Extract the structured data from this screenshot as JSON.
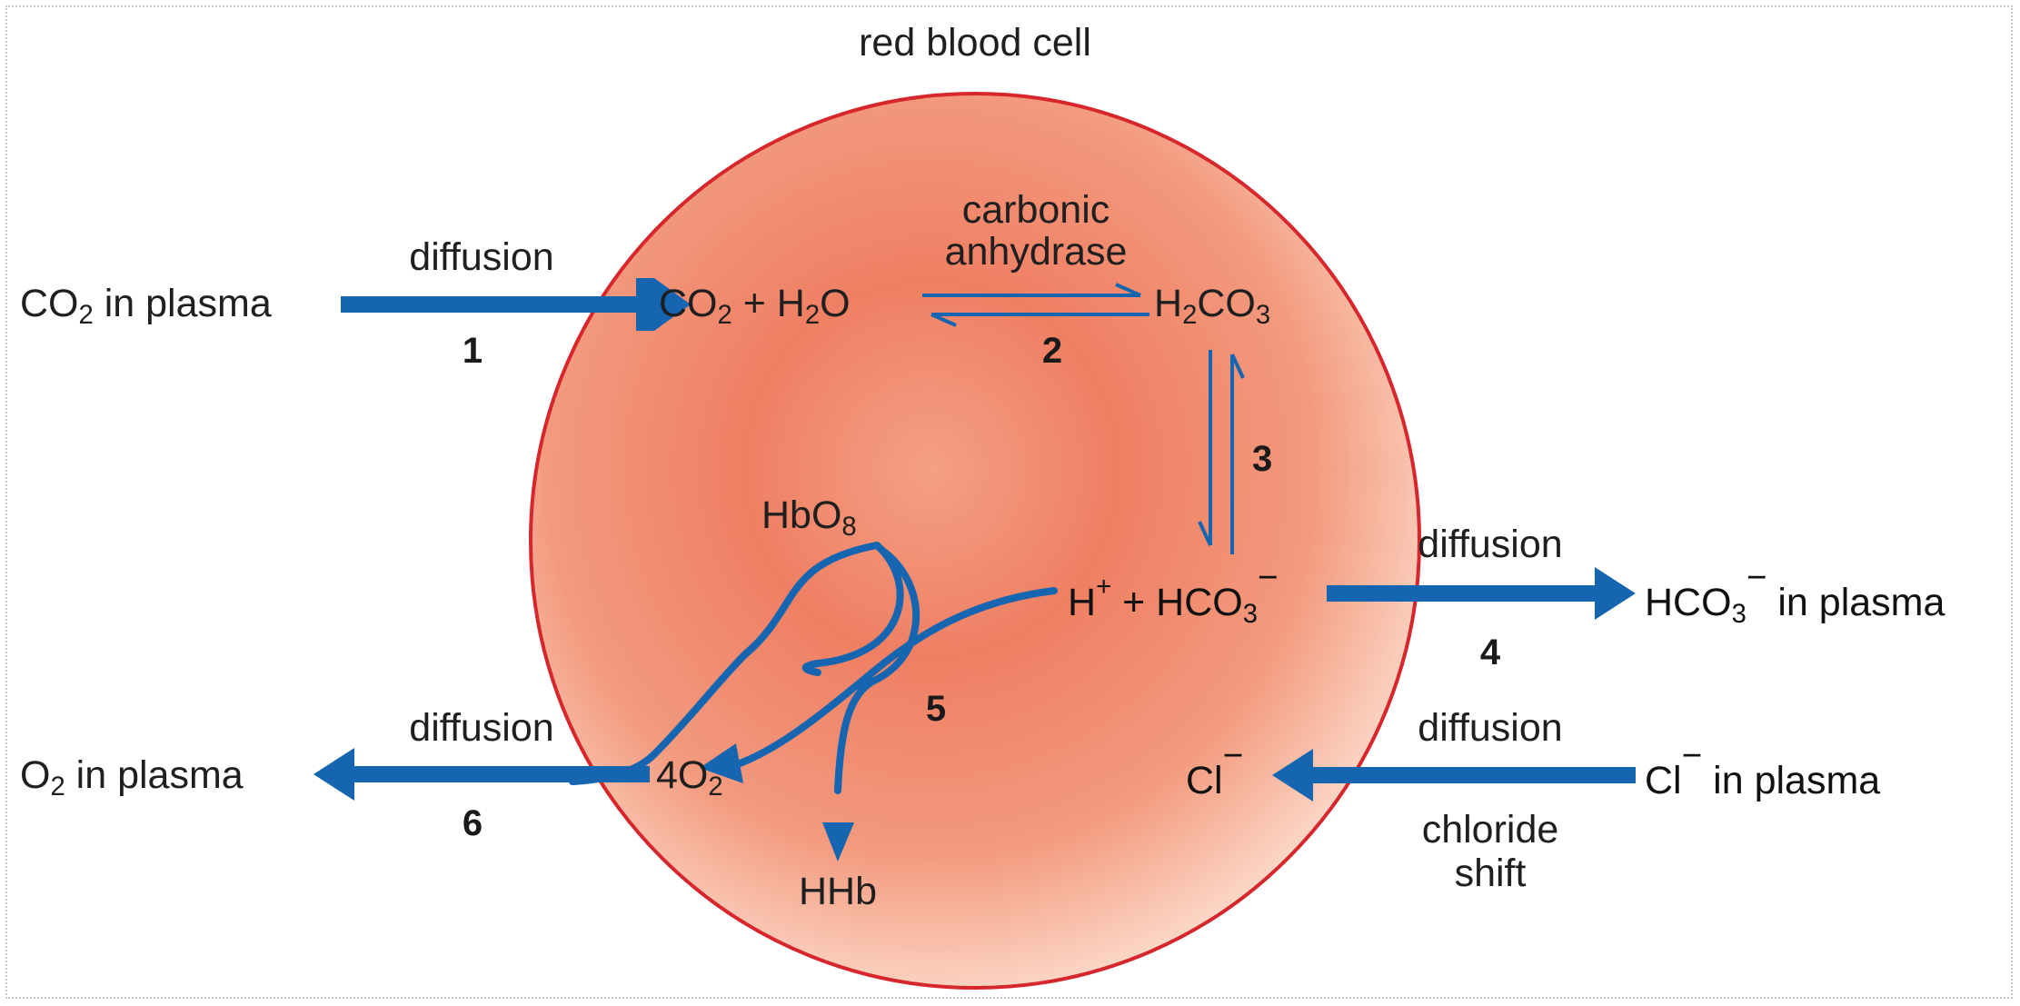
{
  "title": "red blood cell",
  "chem": {
    "sub2": "2",
    "sub3": "3",
    "sub4": "4",
    "plus_sign": "+",
    "minus_sign": "−",
    "co2": "CO",
    "h": "H",
    "o": "O",
    "co": "CO",
    "hco": "HCO",
    "cl": "Cl"
  },
  "labels": {
    "co2_plasma_suffix": " in plasma",
    "reaction_plus": " + ",
    "water_h": "H",
    "water_o": "O",
    "h2co3_c_o": "CO",
    "hbo8": "HbO",
    "hbo8_sub": "8",
    "hhb": "HHb",
    "four_o2": "4O",
    "o2_plasma": "O",
    "o2_plasma_suffix": " in plasma",
    "hco3_plasma_suffix": " in plasma",
    "cl_plasma_suffix": " in plasma",
    "diffusion_1": "diffusion",
    "diffusion_4": "diffusion",
    "diffusion_6": "diffusion",
    "diffusion_cl": "diffusion",
    "carbonic": "carbonic",
    "anhydrase": "anhydrase",
    "chloride": "chloride",
    "shift": "shift"
  },
  "steps": [
    "1",
    "2",
    "3",
    "4",
    "5",
    "6"
  ],
  "colors": {
    "arrow_blue": "#1565b0",
    "cell_edge": "#d7272d",
    "cell_core": "#f07a5e",
    "cell_rim": "#fbd8c8"
  }
}
